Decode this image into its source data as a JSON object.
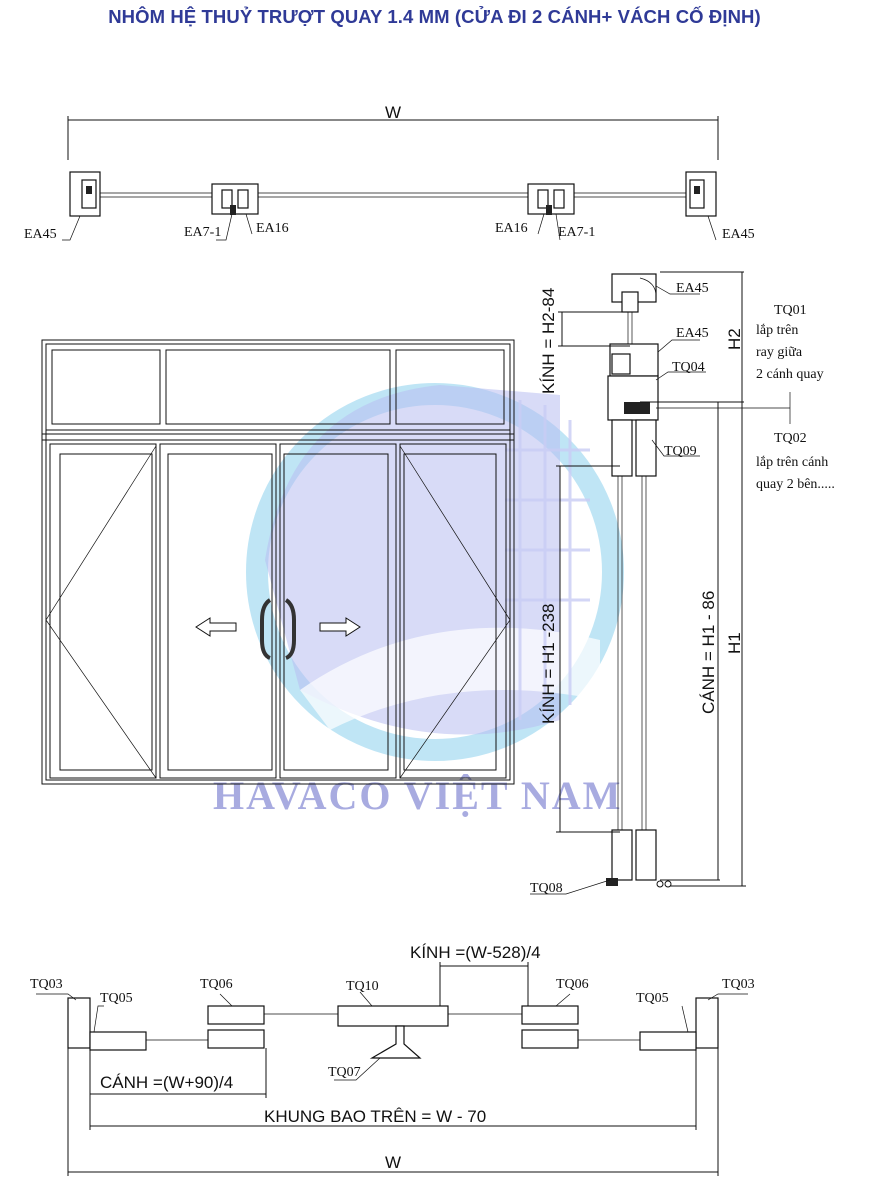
{
  "title": "NHÔM HỆ THUỶ TRƯỢT QUAY 1.4 MM (CỬA ĐI 2 CÁNH+ VÁCH CỐ ĐỊNH)",
  "watermark": {
    "text": "HAVACO VIỆT NAM",
    "color": "#8b90d6",
    "ring_color": "#9fd8f0"
  },
  "top_section": {
    "width_label": "W",
    "labels": [
      "EA45",
      "EA7-1",
      "EA16",
      "EA16",
      "EA7-1",
      "EA45"
    ]
  },
  "side_section": {
    "profile_labels": {
      "ea45_top": "EA45",
      "ea45_mid": "EA45",
      "tq04": "TQ04",
      "tq09": "TQ09",
      "tq08": "TQ08"
    },
    "notes": {
      "tq01": [
        "TQ01",
        "lắp trên",
        "ray giữa",
        "2 cánh quay"
      ],
      "tq02": [
        "TQ02",
        "lắp trên cánh",
        "quay 2 bên....."
      ]
    },
    "dims": {
      "kinh_top": "KÍNH = H2-84",
      "h2": "H2",
      "kinh_main": "KÍNH = H1 -238",
      "canh": "CÁNH = H1 - 86",
      "h1": "H1"
    }
  },
  "bottom_section": {
    "kinh": "KÍNH =(W-528)/4",
    "canh": "CÁNH =(W+90)/4",
    "khung": "KHUNG BAO TRÊN = W - 70",
    "width_label": "W",
    "labels": {
      "tq03_left": "TQ03",
      "tq05_left": "TQ05",
      "tq06_left": "TQ06",
      "tq10": "TQ10",
      "tq07": "TQ07",
      "tq06_right": "TQ06",
      "tq05_right": "TQ05",
      "tq03_right": "TQ03"
    }
  }
}
